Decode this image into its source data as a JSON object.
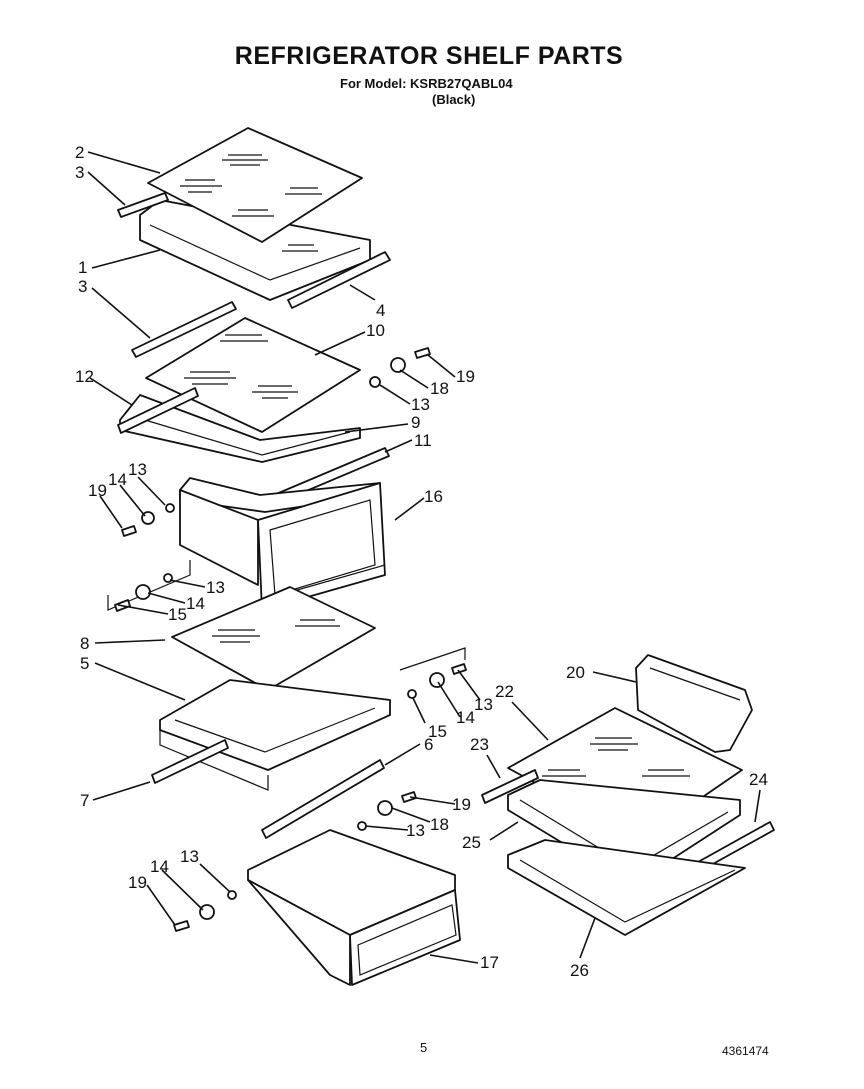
{
  "title": "REFRIGERATOR SHELF PARTS",
  "model_line": "For Model: KSRB27QABL04",
  "variant": "(Black)",
  "page_number": "5",
  "doc_number": "4361474",
  "callouts": [
    "2",
    "3",
    "1",
    "3",
    "4",
    "10",
    "12",
    "19",
    "18",
    "13",
    "9",
    "11",
    "13",
    "14",
    "19",
    "16",
    "13",
    "14",
    "15",
    "8",
    "5",
    "20",
    "22",
    "13",
    "14",
    "15",
    "6",
    "23",
    "24",
    "7",
    "19",
    "18",
    "13",
    "25",
    "13",
    "14",
    "19",
    "17",
    "26"
  ]
}
